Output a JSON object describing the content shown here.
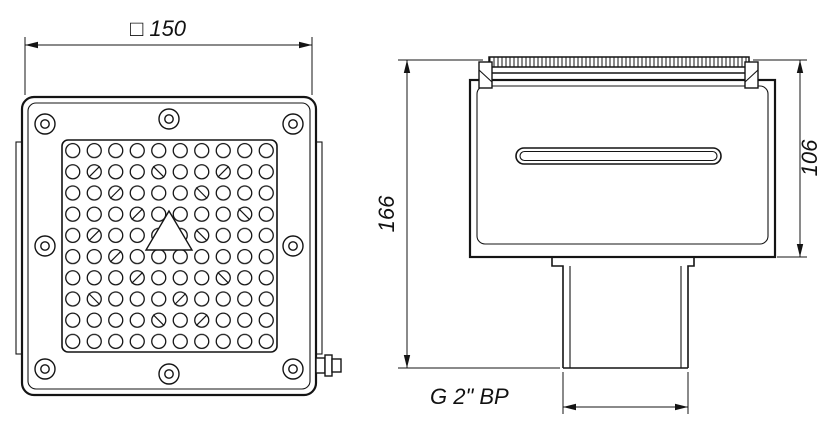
{
  "drawing": {
    "labels": {
      "dim_width": "□ 150",
      "dim_height_total": "166",
      "dim_height_body": "106",
      "thread_label": "G 2\" BP"
    },
    "colors": {
      "line": "#141414",
      "background": "#ffffff"
    }
  }
}
